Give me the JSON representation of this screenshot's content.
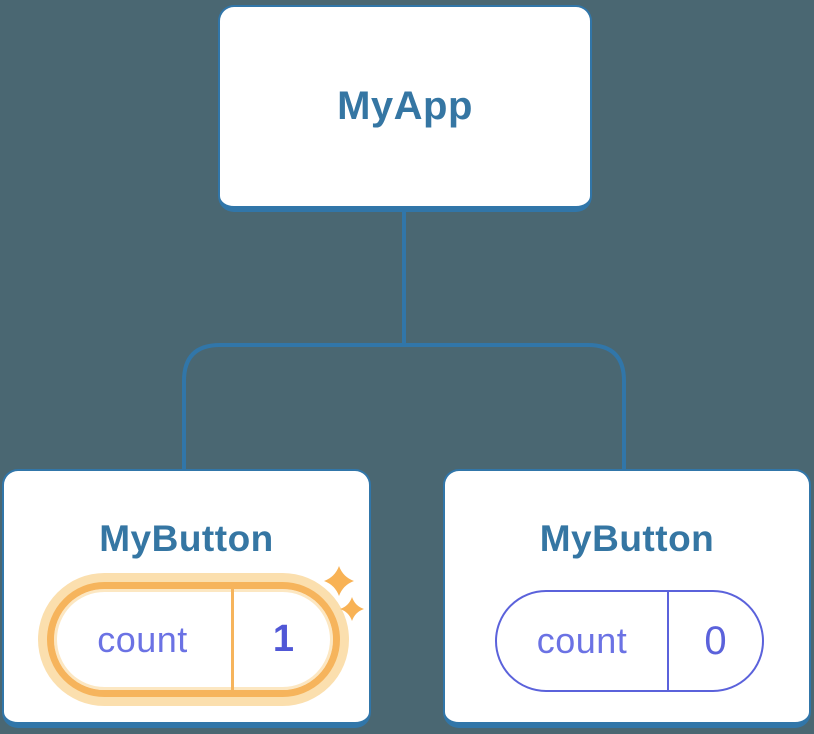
{
  "tree": {
    "root": {
      "label": "MyApp"
    },
    "children": [
      {
        "label": "MyButton",
        "state": {
          "key": "count",
          "value": "1"
        },
        "highlighted": true
      },
      {
        "label": "MyButton",
        "state": {
          "key": "count",
          "value": "0"
        },
        "highlighted": false
      }
    ]
  },
  "icons": {
    "sparkle_large": "sparkle-icon",
    "sparkle_small": "sparkle-icon"
  },
  "colors": {
    "background": "#4A6772",
    "card_background": "#FFFFFF",
    "node_border_blue": "#3176A9",
    "node_label_blue": "#3576A3",
    "state_key_indigo": "#6B72E4",
    "state_value_indigo_bold": "#5057D6",
    "plain_pill_indigo": "#5B62DB",
    "highlight_orange": "#F6B45C",
    "highlight_halo": "#FBDFAE",
    "sparkle_orange": "#F8B255"
  }
}
